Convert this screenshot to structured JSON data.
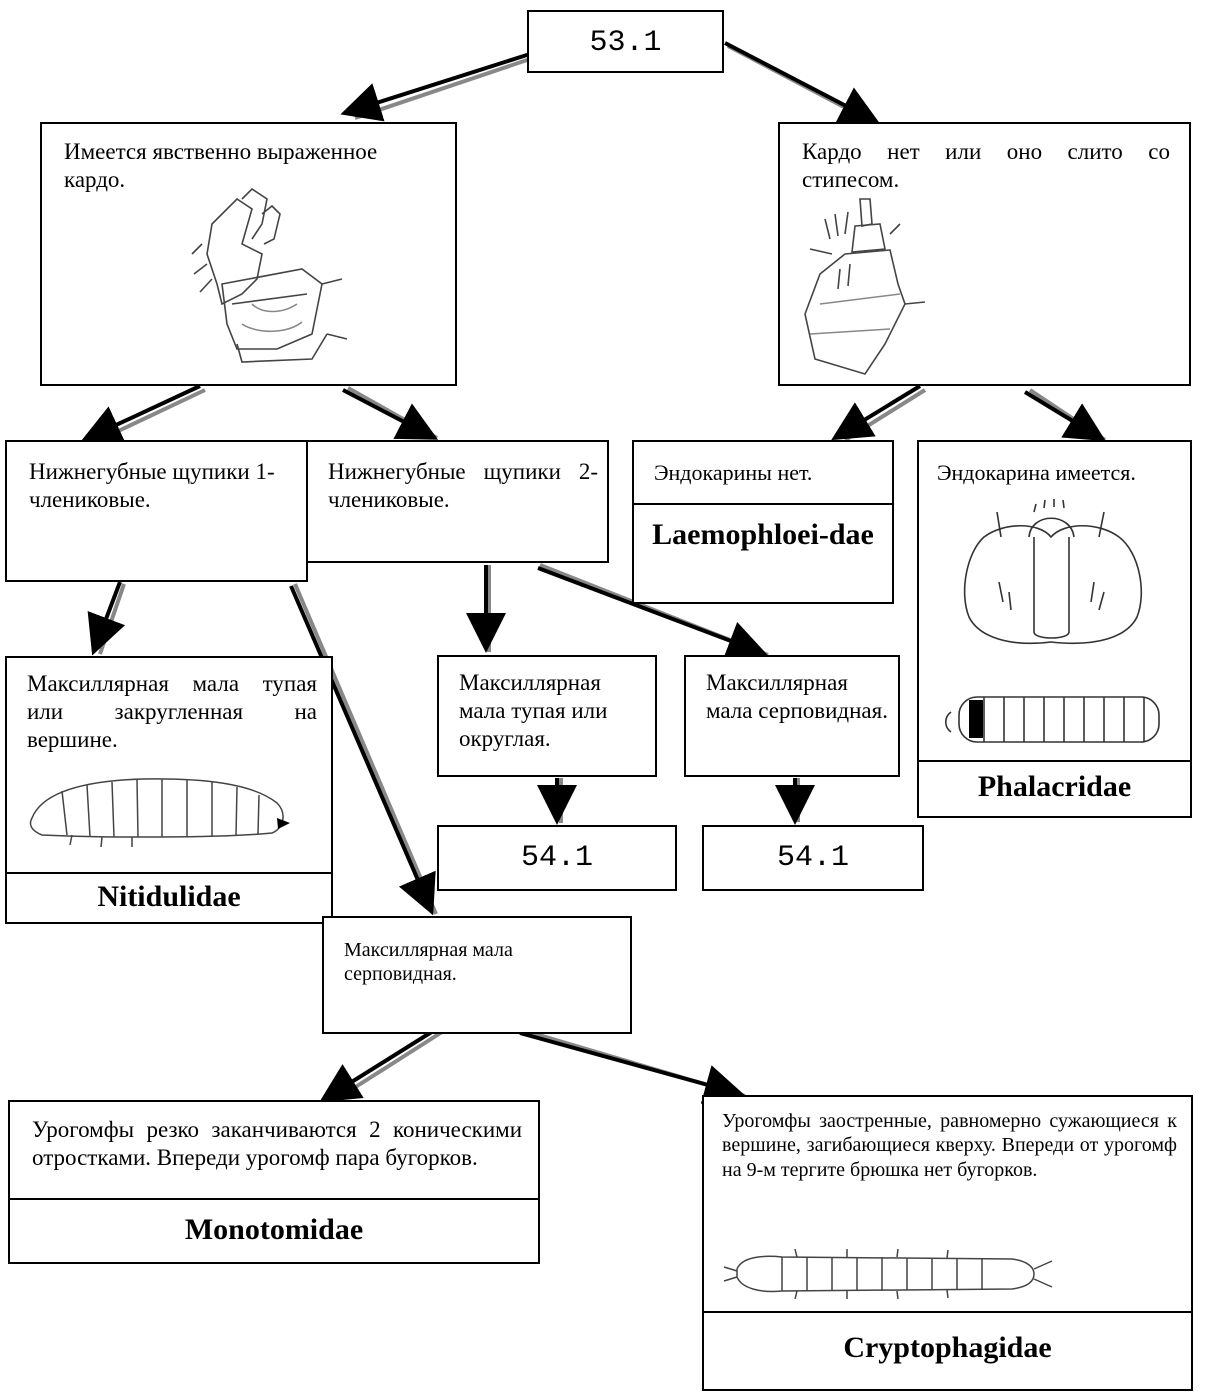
{
  "root": {
    "label": "53.1"
  },
  "left_branch": {
    "text": "Имеется явственно выраженное кардо.",
    "image": "maxilla-with-cardo-illustration"
  },
  "right_branch": {
    "text": "Кардо нет или оно слито со стипесом.",
    "image": "maxilla-without-cardo-illustration"
  },
  "palpi_one": {
    "text": "Нижнегубные щупики 1-члениковые."
  },
  "palpi_two": {
    "text": "Нижнегубные щупики 2-члениковые."
  },
  "endocarina_absent": {
    "text": "Эндокарины нет.",
    "family": "Laemophloei-dae"
  },
  "endocarina_present": {
    "text": "Эндокарина имеется.",
    "family": "Phalacridae",
    "image": "head-and-larva-illustration"
  },
  "mala_blunt_rounded_tip": {
    "text": "Максиллярная мала тупая или закругленная на вершине.",
    "family": "Nitidulidae",
    "image": "nitidulidae-larva-illustration"
  },
  "mala_blunt_round": {
    "text": "Максиллярная мала тупая или округлая."
  },
  "mala_sickle_a": {
    "text": "Максиллярная мала серповидная."
  },
  "ref_a": {
    "label": "54.1"
  },
  "ref_b": {
    "label": "54.1"
  },
  "mala_sickle_b": {
    "text": "Максиллярная мала серповидная."
  },
  "urogomphi_conical": {
    "text": "Урогомфы резко заканчиваются 2 коническими отростками. Впереди урогомф пара бугорков.",
    "family": "Monotomidae"
  },
  "urogomphi_pointed": {
    "text": "Урогомфы заостренные, равномерно сужающиеся к вершине, загибающиеся кверху. Впереди от урогомф на 9-м тергите брюшка нет бугорков.",
    "family": "Cryptophagidae",
    "image": "cryptophagidae-larva-illustration"
  }
}
